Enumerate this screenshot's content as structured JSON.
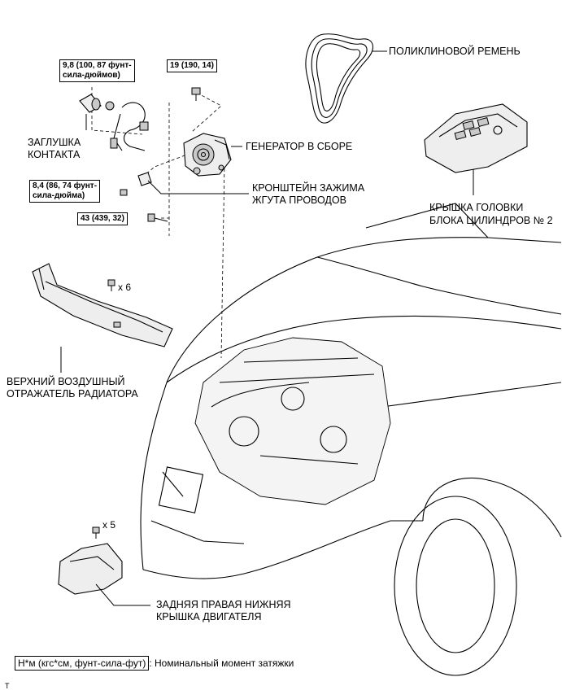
{
  "parts": {
    "belt": "ПОЛИКЛИНОВОЙ РЕМЕНЬ",
    "plug_line1": "ЗАГЛУШКА",
    "plug_line2": "КОНТАКТА",
    "generator": "ГЕНЕРАТОР В СБОРЕ",
    "bracket_line1": "КРОНШТЕЙН ЗАЖИМА",
    "bracket_line2": "ЖГУТА ПРОВОДОВ",
    "cover_line1": "КРЫШКА ГОЛОВКИ",
    "cover_line2": "БЛОКА ЦИЛИНДРОВ № 2",
    "deflector_line1": "ВЕРХНИЙ ВОЗДУШНЫЙ",
    "deflector_line2": "ОТРАЖАТЕЛЬ РАДИАТОРА",
    "undercover_line1": "ЗАДНЯЯ ПРАВАЯ НИЖНЯЯ",
    "undercover_line2": "КРЫШКА ДВИГАТЕЛЯ"
  },
  "torques": {
    "t1_line1": "9,8 (100, 87 фунт-",
    "t1_line2": "сила-дюймов)",
    "t2": "19 (190, 14)",
    "t3_line1": "8,4 (86, 74 фунт-",
    "t3_line2": "сила-дюйма)",
    "t4": "43 (439, 32)"
  },
  "quantities": {
    "deflector_clips": "x 6",
    "undercover_clips": "x 5"
  },
  "legend": {
    "unit_box": "Н*м (кгс*см, фунт-сила-фут)",
    "description": ": Номинальный момент затяжки"
  },
  "figure_ref": "T"
}
